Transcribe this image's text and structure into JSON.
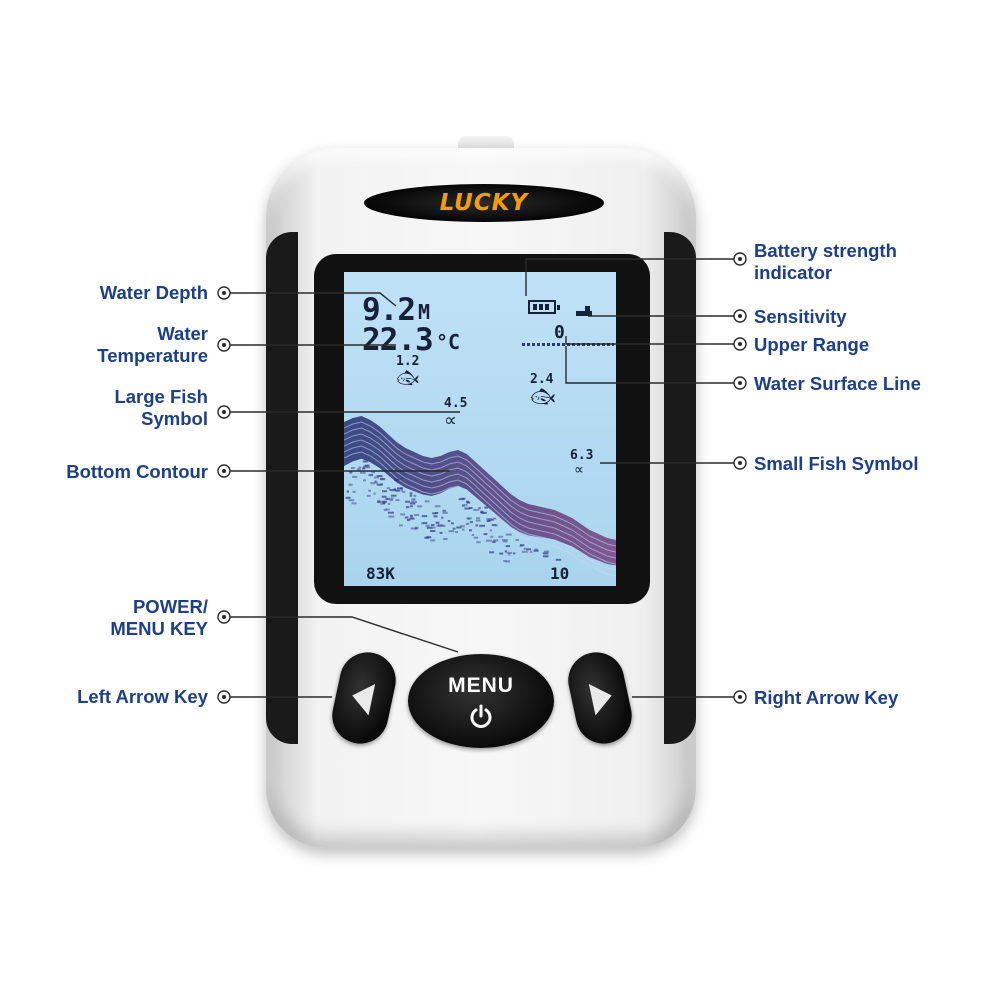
{
  "brand": {
    "logo_text": "LUCKY",
    "logo_color": "#f39c12"
  },
  "screen": {
    "depth_value": "9.2",
    "depth_unit": "M",
    "temp_value": "22.3",
    "temp_unit": "°C",
    "upper_range": "0",
    "frequency": "83K",
    "lower_range": "10",
    "fish_marks": [
      {
        "label": "1.2"
      },
      {
        "label": "2.4"
      },
      {
        "label": "4.5"
      },
      {
        "label": "6.3"
      }
    ]
  },
  "keys": {
    "menu_label": "MENU"
  },
  "callouts": {
    "water_depth": [
      "Water Depth"
    ],
    "water_temperature": [
      "Water",
      "Temperature"
    ],
    "large_fish_symbol": [
      "Large Fish",
      "Symbol"
    ],
    "bottom_contour": [
      "Bottom Contour"
    ],
    "power_menu_key": [
      "POWER/",
      "MENU KEY"
    ],
    "left_arrow_key": [
      "Left Arrow Key"
    ],
    "battery_strength_indicator": [
      "Battery strength",
      "indicator"
    ],
    "sensitivity": [
      "Sensitivity"
    ],
    "upper_range": [
      "Upper Range"
    ],
    "water_surface_line": [
      "Water Surface Line"
    ],
    "small_fish_symbol": [
      "Small Fish Symbol"
    ],
    "right_arrow_key": [
      "Right Arrow Key"
    ]
  },
  "colors": {
    "callout_text": "#1d3f86",
    "lcd_background": "#b6dbf2",
    "sonar_top": "#2e3a7a",
    "sonar_bottom": "#7a4a86"
  }
}
